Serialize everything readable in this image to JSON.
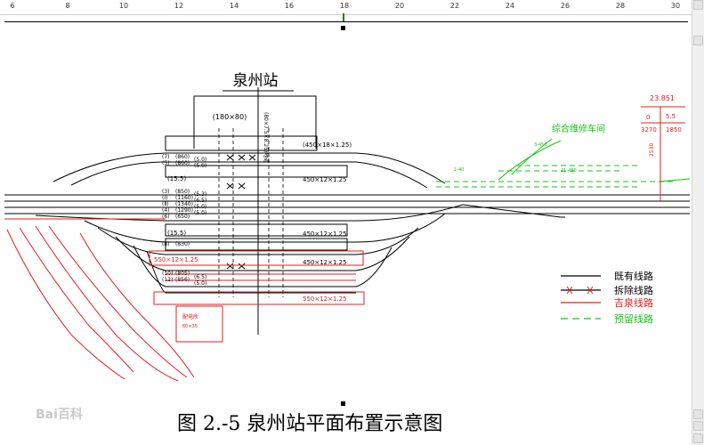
{
  "ruler": {
    "ticks": [
      "6",
      "8",
      "10",
      "12",
      "14",
      "16",
      "18",
      "20",
      "22",
      "24",
      "26",
      "28",
      "30"
    ]
  },
  "diagram": {
    "station_name": "泉州站",
    "main_building": "(180×80)",
    "vertical_note": "(80×7.5×8.25)地道",
    "platforms": [
      "(450×18×1.25)",
      "450×12×1.25",
      "450×12×1.25",
      "450×12×1.25",
      "550×12×1.25"
    ],
    "red_platform_left": "550×12×1.25",
    "track_labels": [
      "(7)",
      "(5)",
      "(3)",
      "(Ⅰ)",
      "(Ⅱ)",
      "(4)",
      "(6)",
      "(8)",
      "(10)",
      "(12)"
    ],
    "track_values": [
      "(860)",
      "(860)",
      "(850)",
      "(1160)",
      "(1340)",
      "(1290)",
      "(650)",
      "(830)",
      "(805)",
      "(856)"
    ],
    "spacings": [
      "(5.0)",
      "(5.0)",
      "(5.3)",
      "(6.5)",
      "(5.0)",
      "(5.0)",
      "(6.5)",
      "(5.0)"
    ],
    "platform_widths": [
      "(15.5)",
      "(15.5)"
    ],
    "substation": "配电所",
    "substation_size": "60×35",
    "maintenance_label": "综合维修车间",
    "maint_track_labels": [
      "3-450",
      "1-40",
      "21-450"
    ],
    "elevation": {
      "top": "23.851",
      "left": "0",
      "right": "5.5",
      "bottom_left": "3270",
      "bottom_right": "1850",
      "vertical": "2530"
    }
  },
  "legend": {
    "items": [
      {
        "label": "既有线路",
        "color": "#000000"
      },
      {
        "label": "拆除线路",
        "color": "#000000"
      },
      {
        "label": "吉泉线路",
        "color": "#e0201c"
      },
      {
        "label": "预留线路",
        "color": "#16c416"
      }
    ]
  },
  "caption": "图 2.-5  泉州站平面布置示意图",
  "watermark": "Bai百科"
}
